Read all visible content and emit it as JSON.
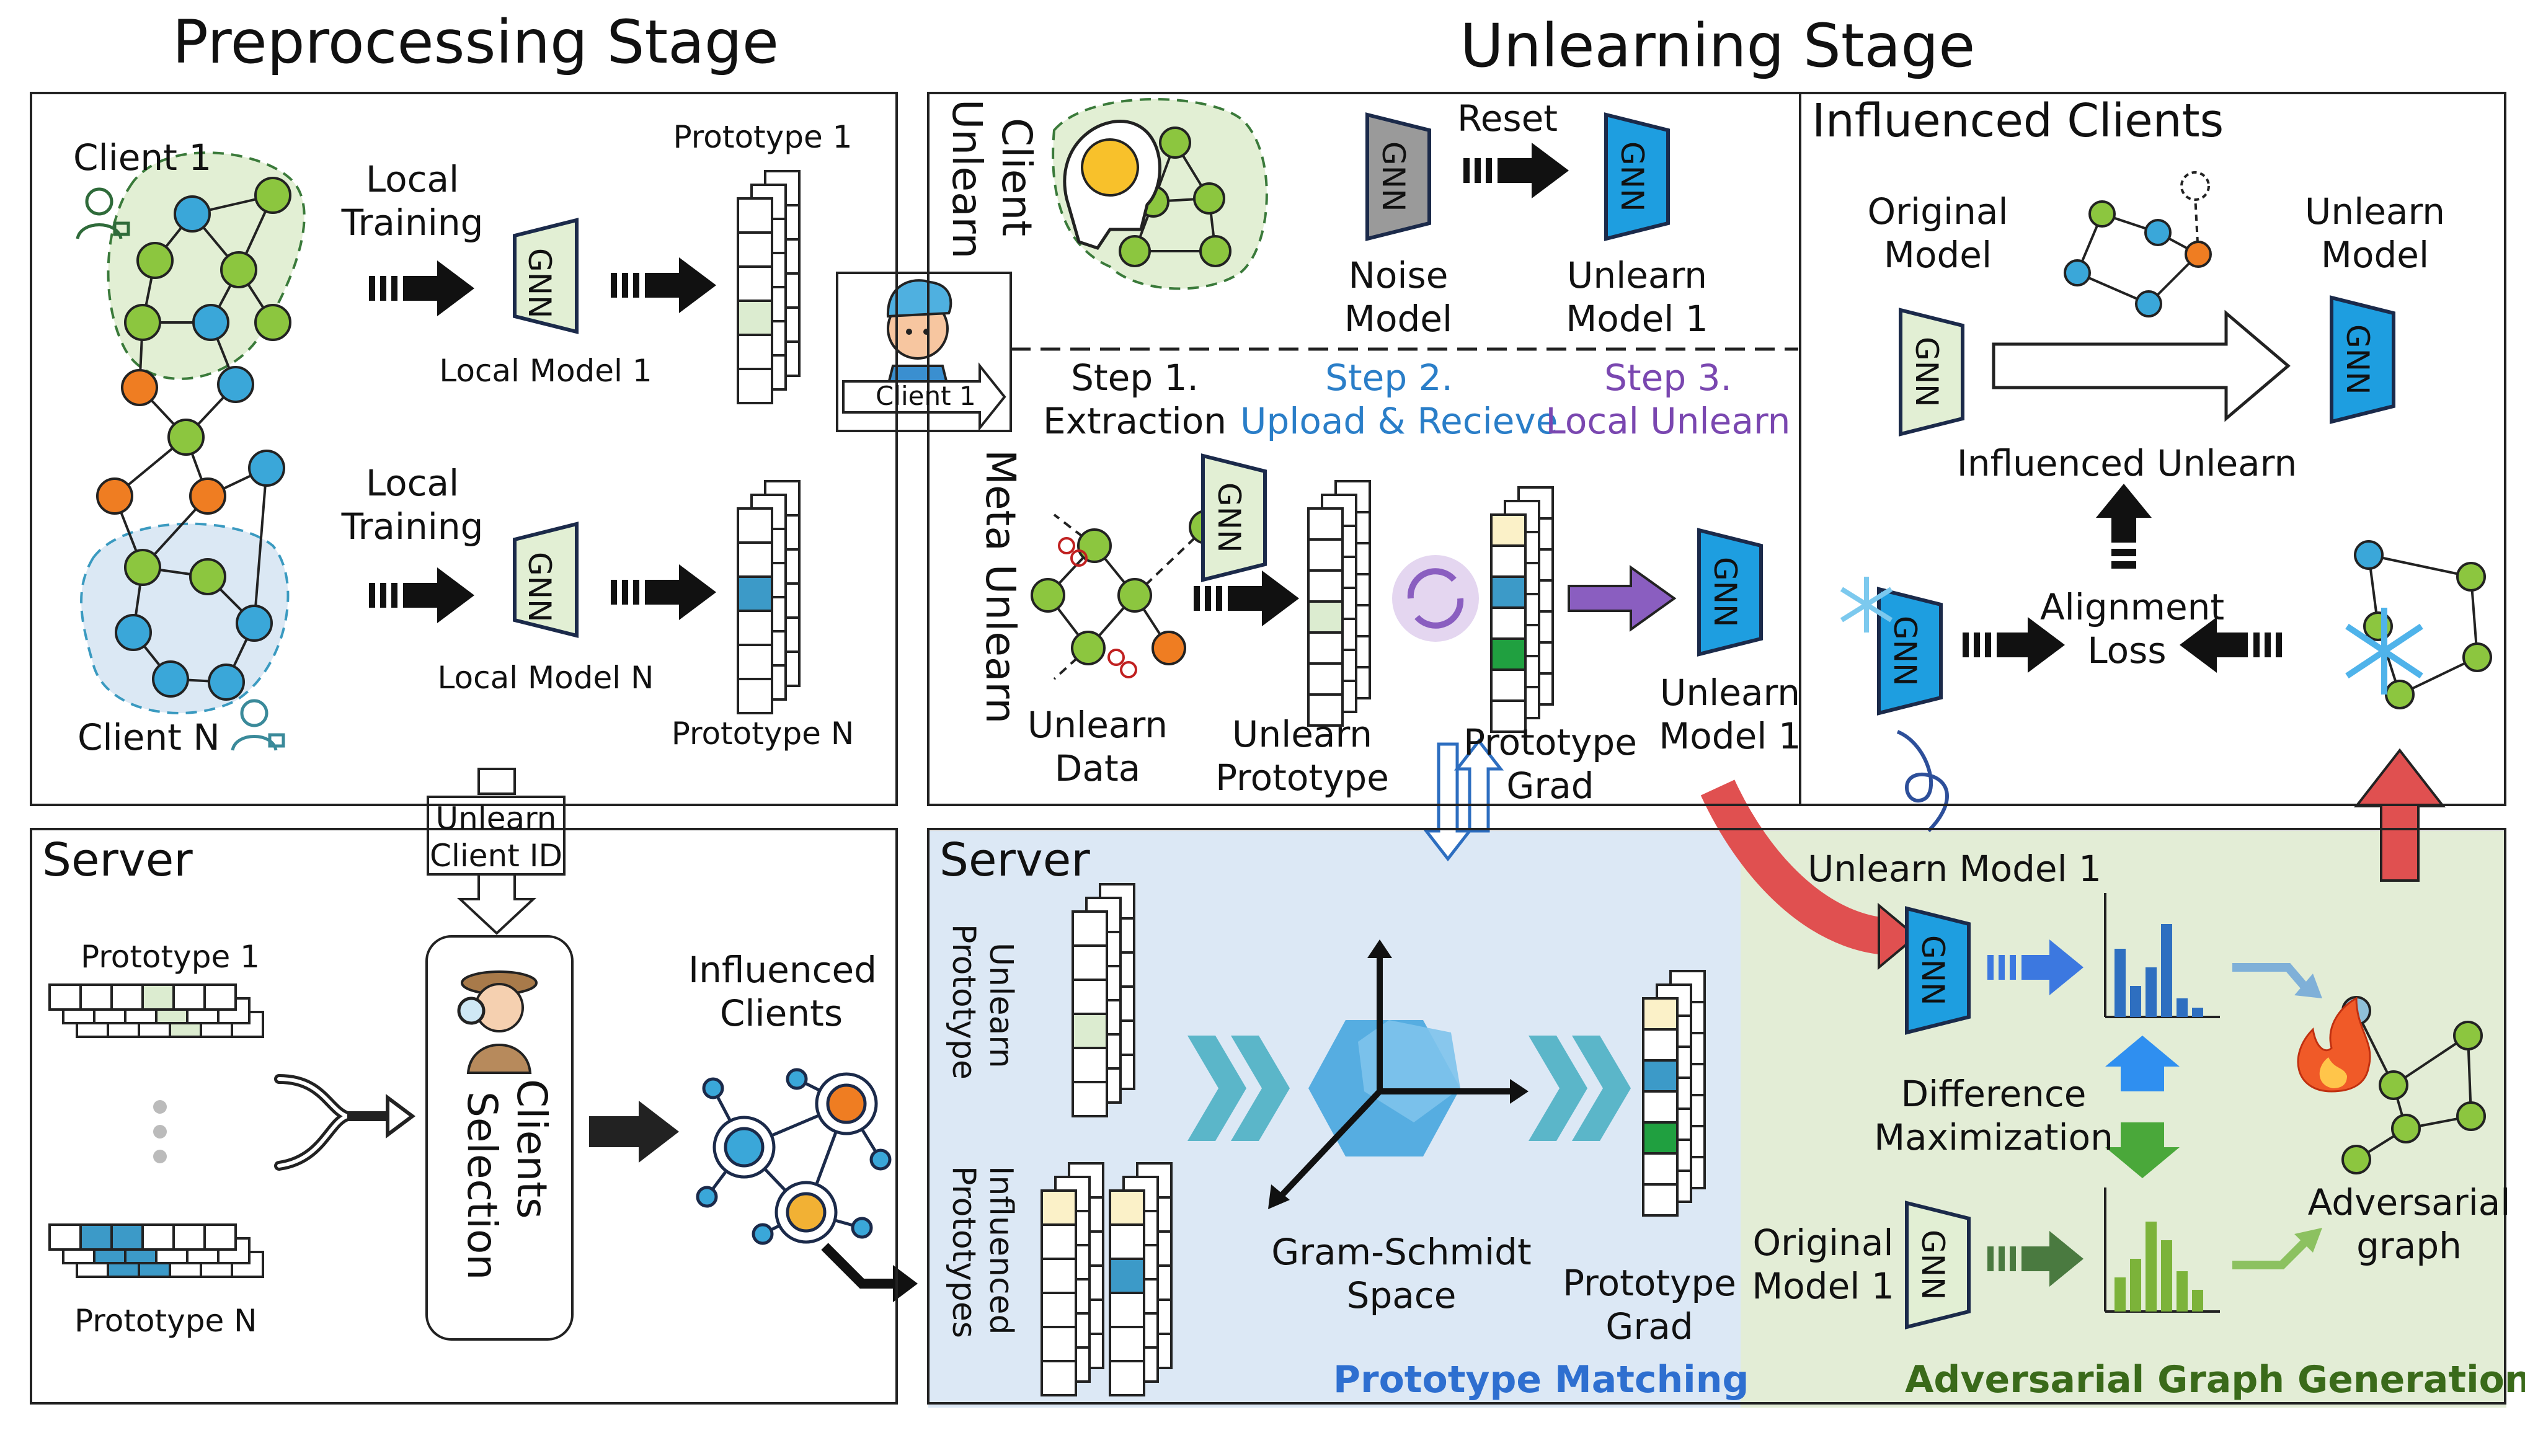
{
  "titles": {
    "preprocessing": "Preprocessing Stage",
    "unlearning": "Unlearning Stage"
  },
  "preprocessing": {
    "client1": "Client 1",
    "clientN": "Client N",
    "local_training_1": [
      "Local",
      "Training"
    ],
    "local_training_n": [
      "Local",
      "Training"
    ],
    "local_model_1": "Local Model 1",
    "local_model_n": "Local Model N",
    "prototype_1": "Prototype 1",
    "prototype_n": "Prototype N",
    "gnn": "GNN"
  },
  "bridge": {
    "client1_tag": "Client 1",
    "unlearn_client_id": [
      "Unlearn",
      "Client ID"
    ]
  },
  "server_left": {
    "title": "Server",
    "prototype_1": "Prototype 1",
    "prototype_n": "Prototype N",
    "clients_selection": [
      "Clients",
      "Selection"
    ],
    "influenced_clients": [
      "Influenced",
      "Clients"
    ]
  },
  "client_unlearn": {
    "title": [
      "Client",
      "Unlearn"
    ],
    "reset": "Reset",
    "noise_model": [
      "Noise",
      "Model"
    ],
    "unlearn_model_1": [
      "Unlearn",
      "Model 1"
    ],
    "step1": [
      "Step 1.",
      "Extraction"
    ],
    "step2": [
      "Step 2.",
      "Upload & Recieve"
    ],
    "step3": [
      "Step 3.",
      "Local Unlearn"
    ]
  },
  "meta_unlearn": {
    "title": "Meta Unlearn",
    "unlearn_data": [
      "Unlearn",
      "Data"
    ],
    "unlearn_prototype": [
      "Unlearn",
      "Prototype"
    ],
    "prototype_grad": [
      "Prototype",
      "Grad"
    ],
    "unlearn_model_1": [
      "Unlearn",
      "Model 1"
    ]
  },
  "influenced_clients": {
    "title": "Influenced Clients",
    "original_model": [
      "Original",
      "Model"
    ],
    "unlearn_model": [
      "Unlearn",
      "Model"
    ],
    "influenced_unlearn": "Influenced Unlearn",
    "alignment_loss": [
      "Alignment",
      "Loss"
    ]
  },
  "server_right": {
    "title": "Server",
    "unlearn_prototype": [
      "Unlearn",
      "Prototype"
    ],
    "influenced_prototypes": [
      "Influenced",
      "Prototypes"
    ],
    "gram_schmidt": [
      "Gram-Schmidt",
      "Space"
    ],
    "prototype_grad": [
      "Prototype",
      "Grad"
    ],
    "prototype_matching": "Prototype Matching"
  },
  "adversarial": {
    "unlearn_model_1": "Unlearn Model 1",
    "original_model_1": [
      "Original",
      "Model 1"
    ],
    "difference_maximization": [
      "Difference",
      "Maximization"
    ],
    "adversarial_graph": [
      "Adversarial",
      "graph"
    ],
    "title": "Adversarial Graph Generation"
  },
  "colors": {
    "node_green": "#8cc63f",
    "node_blue": "#3aa7d9",
    "node_orange": "#ef7d22",
    "gnn_blue": "#1e9ee0",
    "gnn_light": "#e2efd4",
    "gnn_gray": "#9a9a9a",
    "server_bg": "#dce8f5",
    "adv_bg": "#e3edd6",
    "proto_blue": "#3c9ac8",
    "proto_green": "#20a040",
    "proto_yellow": "#fbf1c8",
    "proto_lightgreen": "#dcecd0"
  }
}
